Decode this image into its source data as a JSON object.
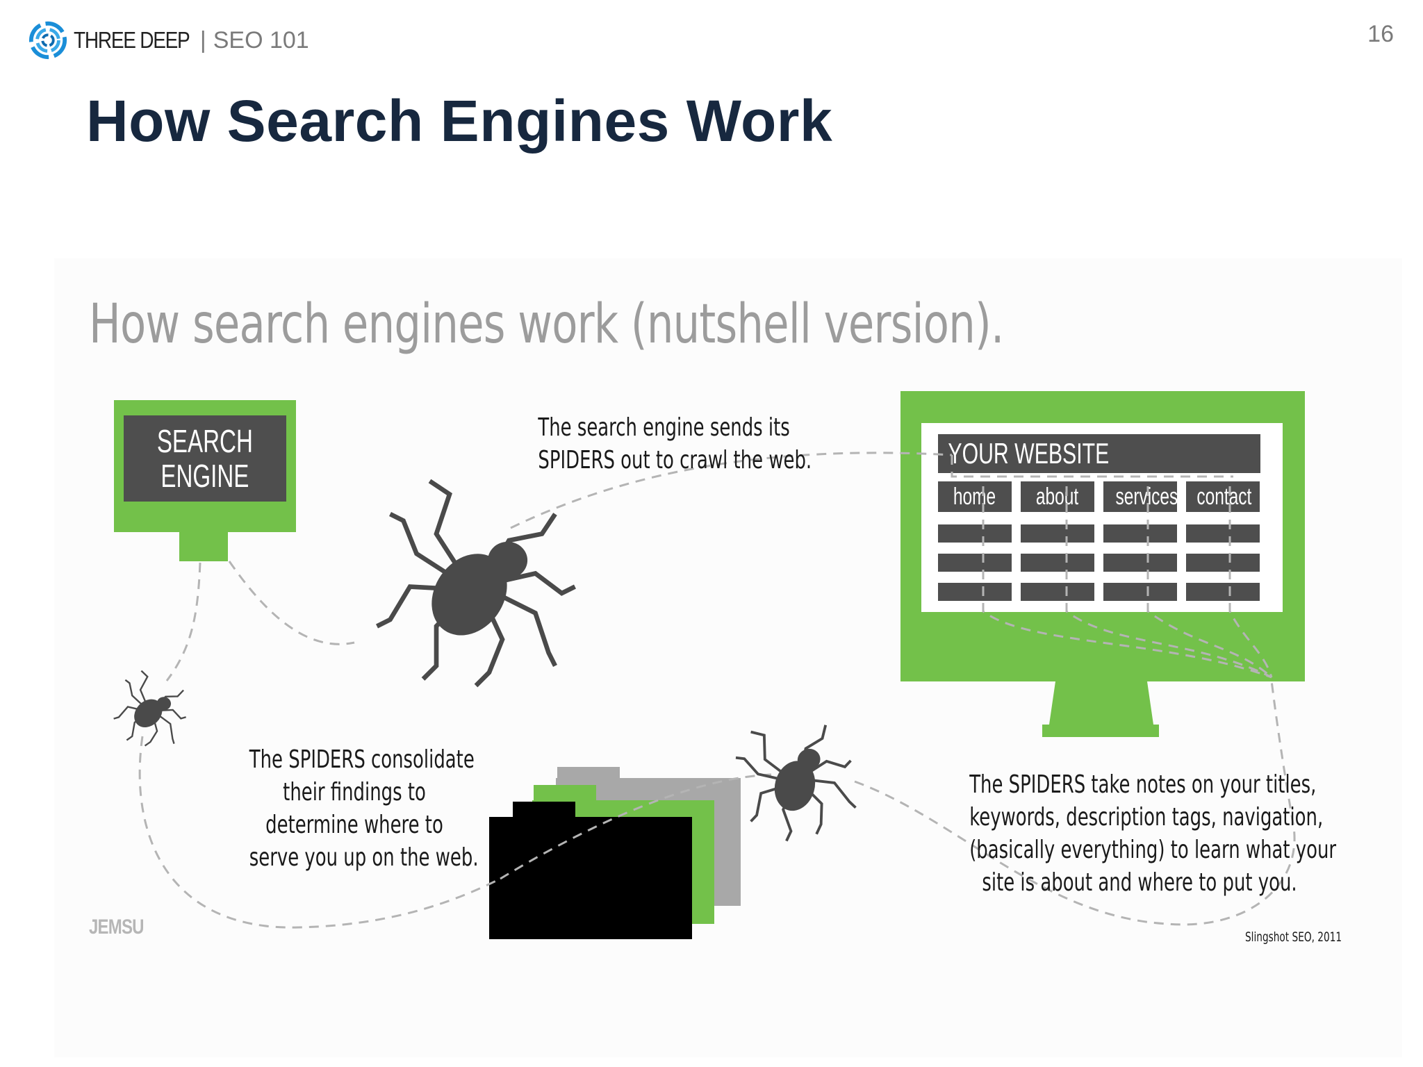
{
  "header": {
    "brand": "THREE DEEP",
    "separator": "|",
    "course": "SEO 101",
    "page_number": "16"
  },
  "slide_title": "How Search Engines Work",
  "figure": {
    "title": "How search engines work (nutshell version).",
    "search_engine_monitor": {
      "line1": "SEARCH",
      "line2": "ENGINE"
    },
    "website_monitor": {
      "title": "YOUR WEBSITE",
      "nav_items": [
        "home",
        "about",
        "services",
        "contact"
      ]
    },
    "captions": {
      "sends_spiders": [
        "The search engine sends its",
        "SPIDERS out to crawl the web."
      ],
      "consolidate": [
        "The SPIDERS consolidate",
        "their findings to",
        "determine where to",
        "serve you up on the web."
      ],
      "take_notes": [
        "The SPIDERS take notes on your titles,",
        "keywords, description tags, navigation,",
        "(basically everything) to learn what your",
        "site is about and where to put you."
      ]
    },
    "watermark": "JEMSU",
    "credit": "Slingshot SEO, 2011"
  },
  "colors": {
    "green": "#73c14a",
    "dark_grey": "#4e4e4e",
    "title_navy": "#17283f",
    "logo_blue": "#1a8ed8"
  }
}
